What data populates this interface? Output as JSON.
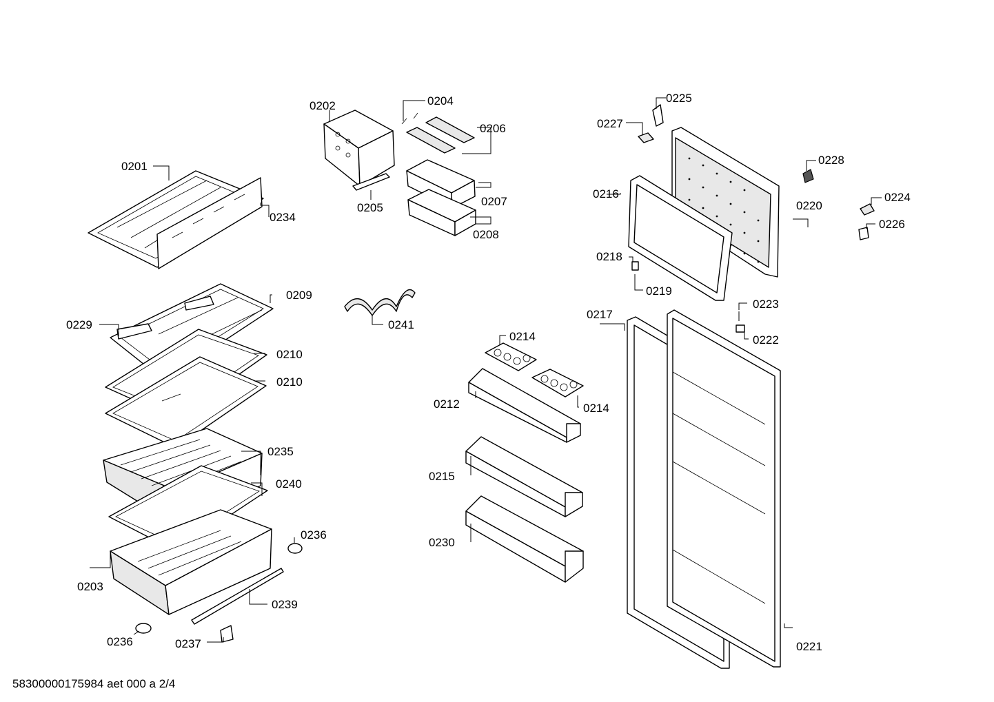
{
  "labels": {
    "p0201": "0201",
    "p0202": "0202",
    "p0203": "0203",
    "p0204": "0204",
    "p0205": "0205",
    "p0206": "0206",
    "p0207": "0207",
    "p0208": "0208",
    "p0209": "0209",
    "p0210a": "0210",
    "p0210b": "0210",
    "p0212": "0212",
    "p0214a": "0214",
    "p0214b": "0214",
    "p0215": "0215",
    "p0216": "0216",
    "p0217": "0217",
    "p0218": "0218",
    "p0219": "0219",
    "p0220": "0220",
    "p0221": "0221",
    "p0222": "0222",
    "p0223": "0223",
    "p0224": "0224",
    "p0225": "0225",
    "p0226": "0226",
    "p0227": "0227",
    "p0228": "0228",
    "p0229": "0229",
    "p0230": "0230",
    "p0234": "0234",
    "p0235": "0235",
    "p0236a": "0236",
    "p0236b": "0236",
    "p0237": "0237",
    "p0239": "0239",
    "p0240": "0240",
    "p0241": "0241"
  },
  "footer": {
    "code": "58300000175984 aet 000 a 2/4"
  }
}
